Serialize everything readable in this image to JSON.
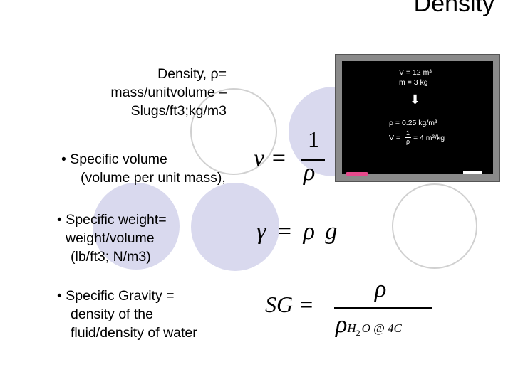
{
  "slide": {
    "title": "Density",
    "density_def": {
      "line1": "Density, ρ=",
      "line2": "mass/unitvolume –",
      "line3": "Slugs/ft3;kg/m3"
    },
    "specific_volume": {
      "line1": "• Specific volume",
      "line2": "(volume per unit mass),"
    },
    "specific_weight": {
      "line1": "• Specific weight=",
      "line2": "weight/volume",
      "line3": "(lb/ft3; N/m3)"
    },
    "specific_gravity": {
      "line1": "• Specific Gravity =",
      "line2": "density of the",
      "line3": "fluid/density of water"
    }
  },
  "equations": {
    "specific_volume": {
      "lhs": "v =",
      "numerator": "1",
      "denominator": "ρ"
    },
    "specific_weight": {
      "gamma": "γ",
      "equals": "=",
      "rho": "ρ",
      "g": "g"
    },
    "specific_gravity": {
      "lhs": "SG =",
      "numerator": "ρ",
      "den_rho": "ρ",
      "den_sub_h": "H",
      "den_sub_2": "2",
      "den_sub_o": "O @ 4C"
    }
  },
  "blackboard": {
    "line1": "V = 12 m³",
    "line2": "m = 3 kg",
    "arrow": "⬇",
    "line3": "ρ = 0.25 kg/m³",
    "line4_lhs": "V =",
    "line4_num": "1",
    "line4_den": "ρ",
    "line4_rhs": "= 4 m³/kg",
    "chalk_pink": "#e64a8c",
    "chalk_white": "#ffffff"
  },
  "colors": {
    "circle_fill": "#d9d9ee",
    "circle_outline": "#d0d0d0"
  }
}
